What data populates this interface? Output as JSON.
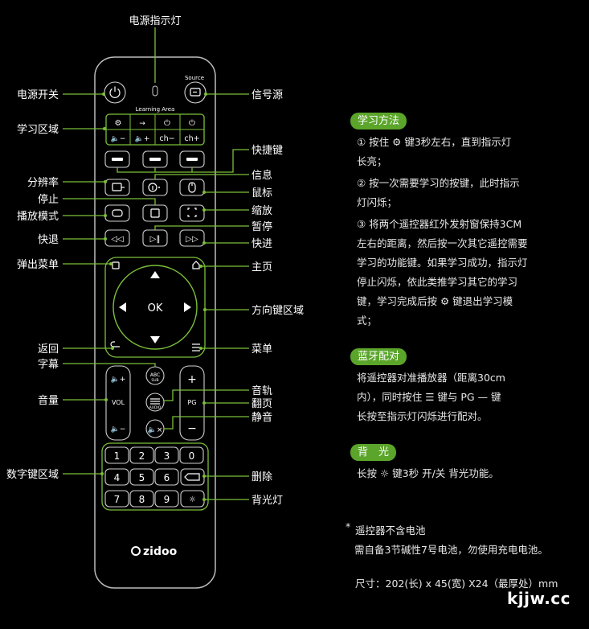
{
  "labels": {
    "power_led": "电源指示灯",
    "power": "电源开关",
    "source": "信号源",
    "learning": "学习区域",
    "quick": "快捷键",
    "resolution": "分辨率",
    "info": "信息",
    "mouse": "鼠标",
    "stop": "停止",
    "zoom": "缩放",
    "playmode": "播放模式",
    "pause": "暂停",
    "rewind": "快退",
    "forward": "快进",
    "popup": "弹出菜单",
    "home": "主页",
    "dpad": "方向键区域",
    "back": "返回",
    "menu": "菜单",
    "subtitle": "字幕",
    "audio": "音轨",
    "volume": "音量",
    "page": "翻页",
    "mute": "静音",
    "numpad": "数字键区域",
    "delete": "删除",
    "backlight": "背光灯"
  },
  "remote": {
    "source_text": "Source",
    "learning_area_text": "Learning Area",
    "ch_minus": "ch−",
    "ch_plus": "ch+",
    "ok": "OK",
    "vol": "VOL",
    "pg": "PG",
    "sub": "SUB",
    "audio_small": "AUDIO",
    "numbers": [
      "1",
      "2",
      "3",
      "0",
      "4",
      "5",
      "6",
      "7",
      "8",
      "9"
    ],
    "brand": "zidoo"
  },
  "panel": {
    "learn_tag": "学习方法",
    "learn_step1": "① 按住 ⚙ 键3秒左右，直到指示灯\n长亮；",
    "learn_step2": "② 按一次需要学习的按键，此时指示\n灯闪烁；",
    "learn_step3": "③ 将两个遥控器红外发射窗保持3CM\n左右的距离，然后按一次其它遥控需要\n学习的功能键。如果学习成功，指示灯\n停止闪烁，依此类推学习其它的学习\n键，学习完成后按 ⚙ 键退出学习模\n式；",
    "bt_tag": "蓝牙配对",
    "bt_text": "将遥控器对准播放器（距离30cm\n内），同时按住 ☰ 键与 PG — 键\n长按至指示灯闪烁进行配对。",
    "bl_tag": "背　光",
    "bl_text": "长按 ☼ 键3秒 开/关 背光功能。"
  },
  "notes": {
    "star": "*",
    "line1": "遥控器不含电池",
    "line2": "需自备3节碱性7号电池，勿使用充电电池。",
    "size": "尺寸：202(长) x 45(宽) X24（最厚处）mm"
  },
  "watermark": "kjjw.cc",
  "colors": {
    "accent": "#7bbf3a",
    "tag": "#5aa52a",
    "background": "#000000"
  }
}
